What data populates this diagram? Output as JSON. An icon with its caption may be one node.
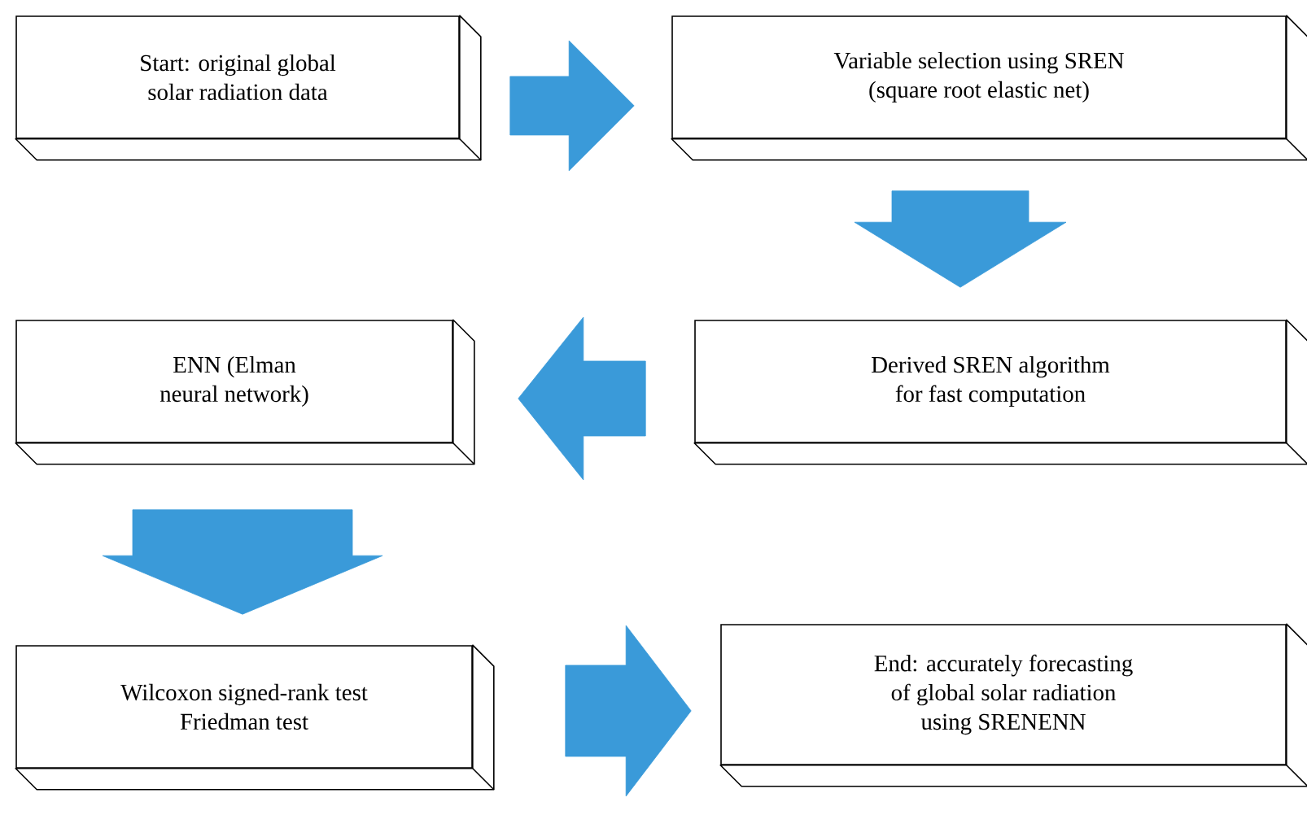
{
  "diagram": {
    "nodes": [
      {
        "text": [
          "Start: original global solar radiation data"
        ]
      },
      {
        "text": [
          "Variable selection using SREN (square root elastic net)"
        ]
      },
      {
        "text": [
          "Derived SREN algorithm for fast computation"
        ]
      },
      {
        "text": [
          "ENN (Elman neural network)"
        ]
      },
      {
        "text": [
          "Wilcoxon signed-rank test Friedman test"
        ]
      },
      {
        "text": [
          "End: accurately forecasting of global solar radiation using SRENENN"
        ]
      }
    ],
    "edges": [
      {
        "from": 0,
        "to": 1,
        "arrow": "to"
      },
      {
        "from": 1,
        "to": 2,
        "arrow": "to"
      },
      {
        "from": 2,
        "to": 3,
        "arrow": "to"
      },
      {
        "from": 3,
        "to": 4,
        "arrow": "to"
      },
      {
        "from": 4,
        "to": 5,
        "arrow": "to"
      }
    ]
  }
}
